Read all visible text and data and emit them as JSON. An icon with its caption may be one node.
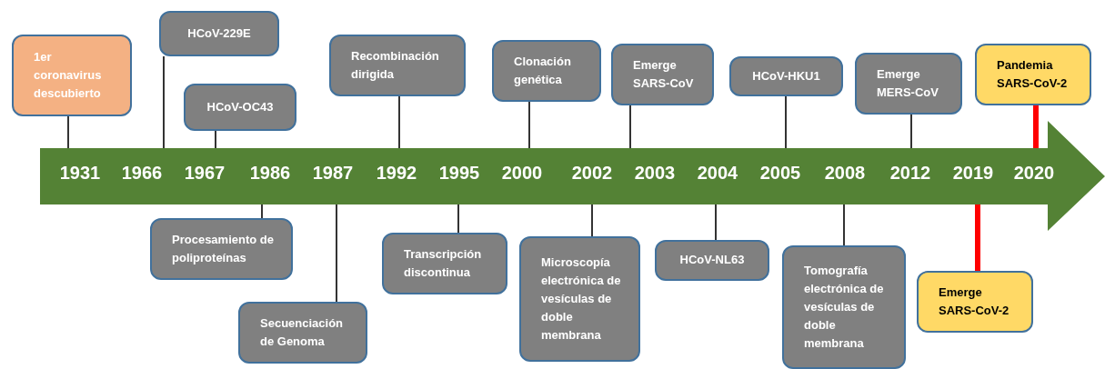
{
  "diagram": {
    "nodes": [
      {
        "text": [],
        "shape": "arrow"
      },
      {
        "text": [
          "1er coronavirus descubierto"
        ]
      },
      {
        "text": [
          "HCoV-229E"
        ]
      },
      {
        "text": [
          "HCoV-OC43"
        ]
      },
      {
        "text": [
          "Recombinación dirigida"
        ]
      },
      {
        "text": [
          "Clonación genética"
        ]
      },
      {
        "text": [
          "Emerge SARS-CoV"
        ]
      },
      {
        "text": [
          "HCoV-HKU1"
        ]
      },
      {
        "text": [
          "Emerge MERS-CoV"
        ]
      },
      {
        "text": [
          "Pandemia SARS-CoV-2"
        ]
      },
      {
        "text": [
          "Procesamiento de poliproteínas"
        ]
      },
      {
        "text": [
          "Secuenciación de Genoma"
        ]
      },
      {
        "text": [
          "Transcripción discontinua"
        ]
      },
      {
        "text": [
          "Microscopía electrónica de vesículas de doble membrana"
        ]
      },
      {
        "text": [
          "HCoV-NL63"
        ]
      },
      {
        "text": [
          "Tomografía electrónica de vesículas de doble membrana"
        ]
      },
      {
        "text": [
          "Emerge SARS-CoV-2"
        ]
      }
    ],
    "edges": [
      {
        "from": 1,
        "to": 0,
        "arrow": "none"
      },
      {
        "from": 2,
        "to": 0,
        "arrow": "none"
      },
      {
        "from": 3,
        "to": 0,
        "arrow": "none"
      },
      {
        "from": 4,
        "to": 0,
        "arrow": "none"
      },
      {
        "from": 5,
        "to": 0,
        "arrow": "none"
      },
      {
        "from": 6,
        "to": 0,
        "arrow": "none"
      },
      {
        "from": 7,
        "to": 0,
        "arrow": "none"
      },
      {
        "from": 8,
        "to": 0,
        "arrow": "none"
      },
      {
        "from": 9,
        "to": 0,
        "arrow": "none",
        "style": "thick",
        "color": "#ff0000"
      },
      {
        "from": 10,
        "to": 0,
        "arrow": "none"
      },
      {
        "from": 11,
        "to": 0,
        "arrow": "none"
      },
      {
        "from": 12,
        "to": 0,
        "arrow": "none"
      },
      {
        "from": 13,
        "to": 0,
        "arrow": "none"
      },
      {
        "from": 14,
        "to": 0,
        "arrow": "none"
      },
      {
        "from": 15,
        "to": 0,
        "arrow": "none"
      },
      {
        "from": 16,
        "to": 0,
        "arrow": "none",
        "style": "thick",
        "color": "#ff0000"
      }
    ],
    "labels": [
      "1931",
      "1966",
      "1967",
      "1986",
      "1987",
      "1992",
      "1995",
      "2000",
      "2002",
      "2003",
      "2004",
      "2005",
      "2008",
      "2012",
      "2019",
      "2020"
    ]
  }
}
